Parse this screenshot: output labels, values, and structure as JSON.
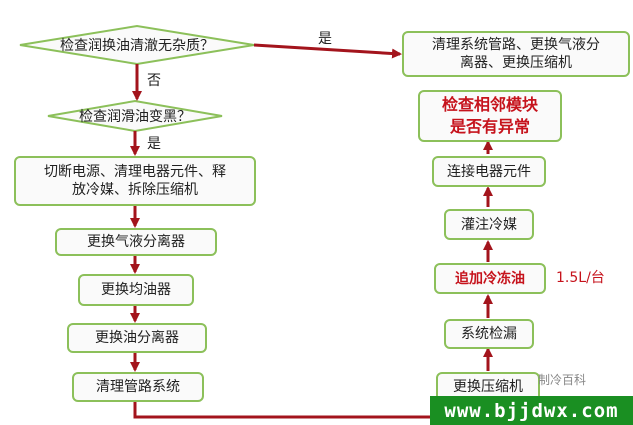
{
  "decisions": {
    "q1": "检查润换油清澈无杂质？",
    "q2": "检查润滑油变黑？"
  },
  "edge_labels": {
    "yes_right": "是",
    "no_down": "否",
    "yes_down": "是"
  },
  "left_steps": {
    "cut_power": "切断电源、清理电器元件、释放冷媒、拆除压缩机",
    "replace_separator": "更换气液分离器",
    "replace_equalizer": "更换均油器",
    "replace_oil_separator": "更换油分离器",
    "clean_pipes": "清理管路系统"
  },
  "right_steps": {
    "clean_replace": "清理系统管路、更换气液分离器、更换压缩机",
    "check_modules": "检查相邻模块是否有异常",
    "connect_components": "连接电器元件",
    "fill_refrigerant": "灌注冷媒",
    "add_oil": "追加冷冻油",
    "leak_check": "系统检漏",
    "replace_compressor": "更换压缩机"
  },
  "side_note": "1.5L/台",
  "footer": {
    "url": "www.bjjdwx.com",
    "watermark": "制冷百科"
  },
  "colors": {
    "box_border": "#8cc05a",
    "arrow": "#a3141c",
    "highlight_text": "#c6131c",
    "footer_bg": "#1a8f22"
  }
}
